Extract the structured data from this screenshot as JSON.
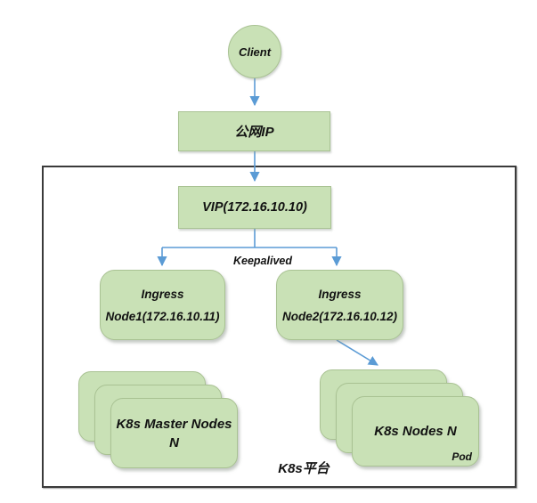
{
  "diagram": {
    "nodes": {
      "client": {
        "label": "Client"
      },
      "public_ip": {
        "label": "公网IP"
      },
      "vip": {
        "label": "VIP(172.16.10.10)"
      },
      "ingress1": {
        "line1": "Ingress",
        "line2": "Node1(172.16.10.11)"
      },
      "ingress2": {
        "line1": "Ingress",
        "line2": "Node2(172.16.10.12)"
      },
      "masters": {
        "line1": "K8s Master Nodes",
        "line2": "N"
      },
      "workers": {
        "label": "K8s Nodes N",
        "corner_label": "Pod"
      }
    },
    "edge_labels": {
      "keepalived": "Keepalived"
    },
    "container_label": "K8s平台",
    "colors": {
      "node_fill": "#c9e1b6",
      "node_border": "#a9c293",
      "arrow": "#5b9bd5",
      "frame_border": "#3a3a3a"
    }
  }
}
